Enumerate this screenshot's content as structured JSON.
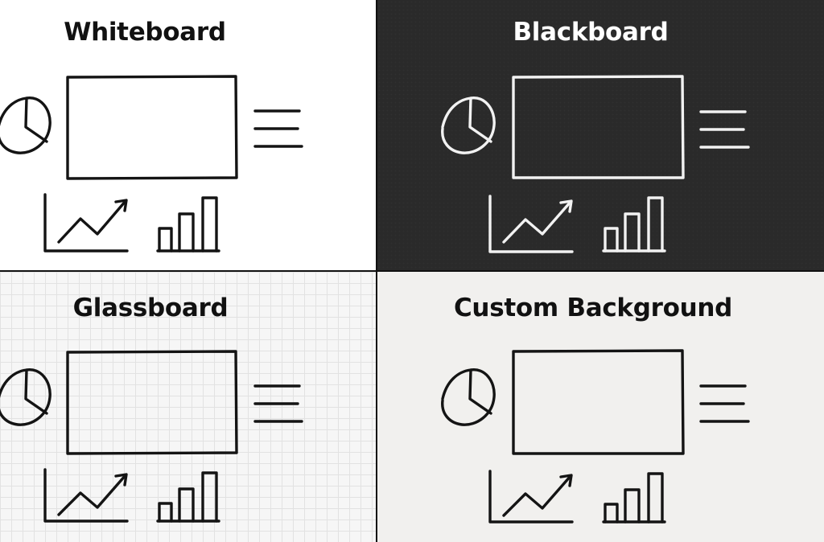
{
  "panels": {
    "whiteboard": {
      "title": "Whiteboard",
      "background_color": "#ffffff",
      "ink_color": "#141414"
    },
    "blackboard": {
      "title": "Blackboard",
      "background_color": "#2a2a2a",
      "ink_color": "#f2f2f2"
    },
    "glassboard": {
      "title": "Glassboard",
      "background_color": "#f6f6f6",
      "ink_color": "#141414"
    },
    "custom": {
      "title": "Custom Background",
      "background_color": "#f1f0ee",
      "ink_color": "#141414"
    }
  },
  "icons": [
    "pie-chart-icon",
    "rectangle-frame-icon",
    "text-lines-icon",
    "line-chart-icon",
    "bar-chart-icon"
  ]
}
